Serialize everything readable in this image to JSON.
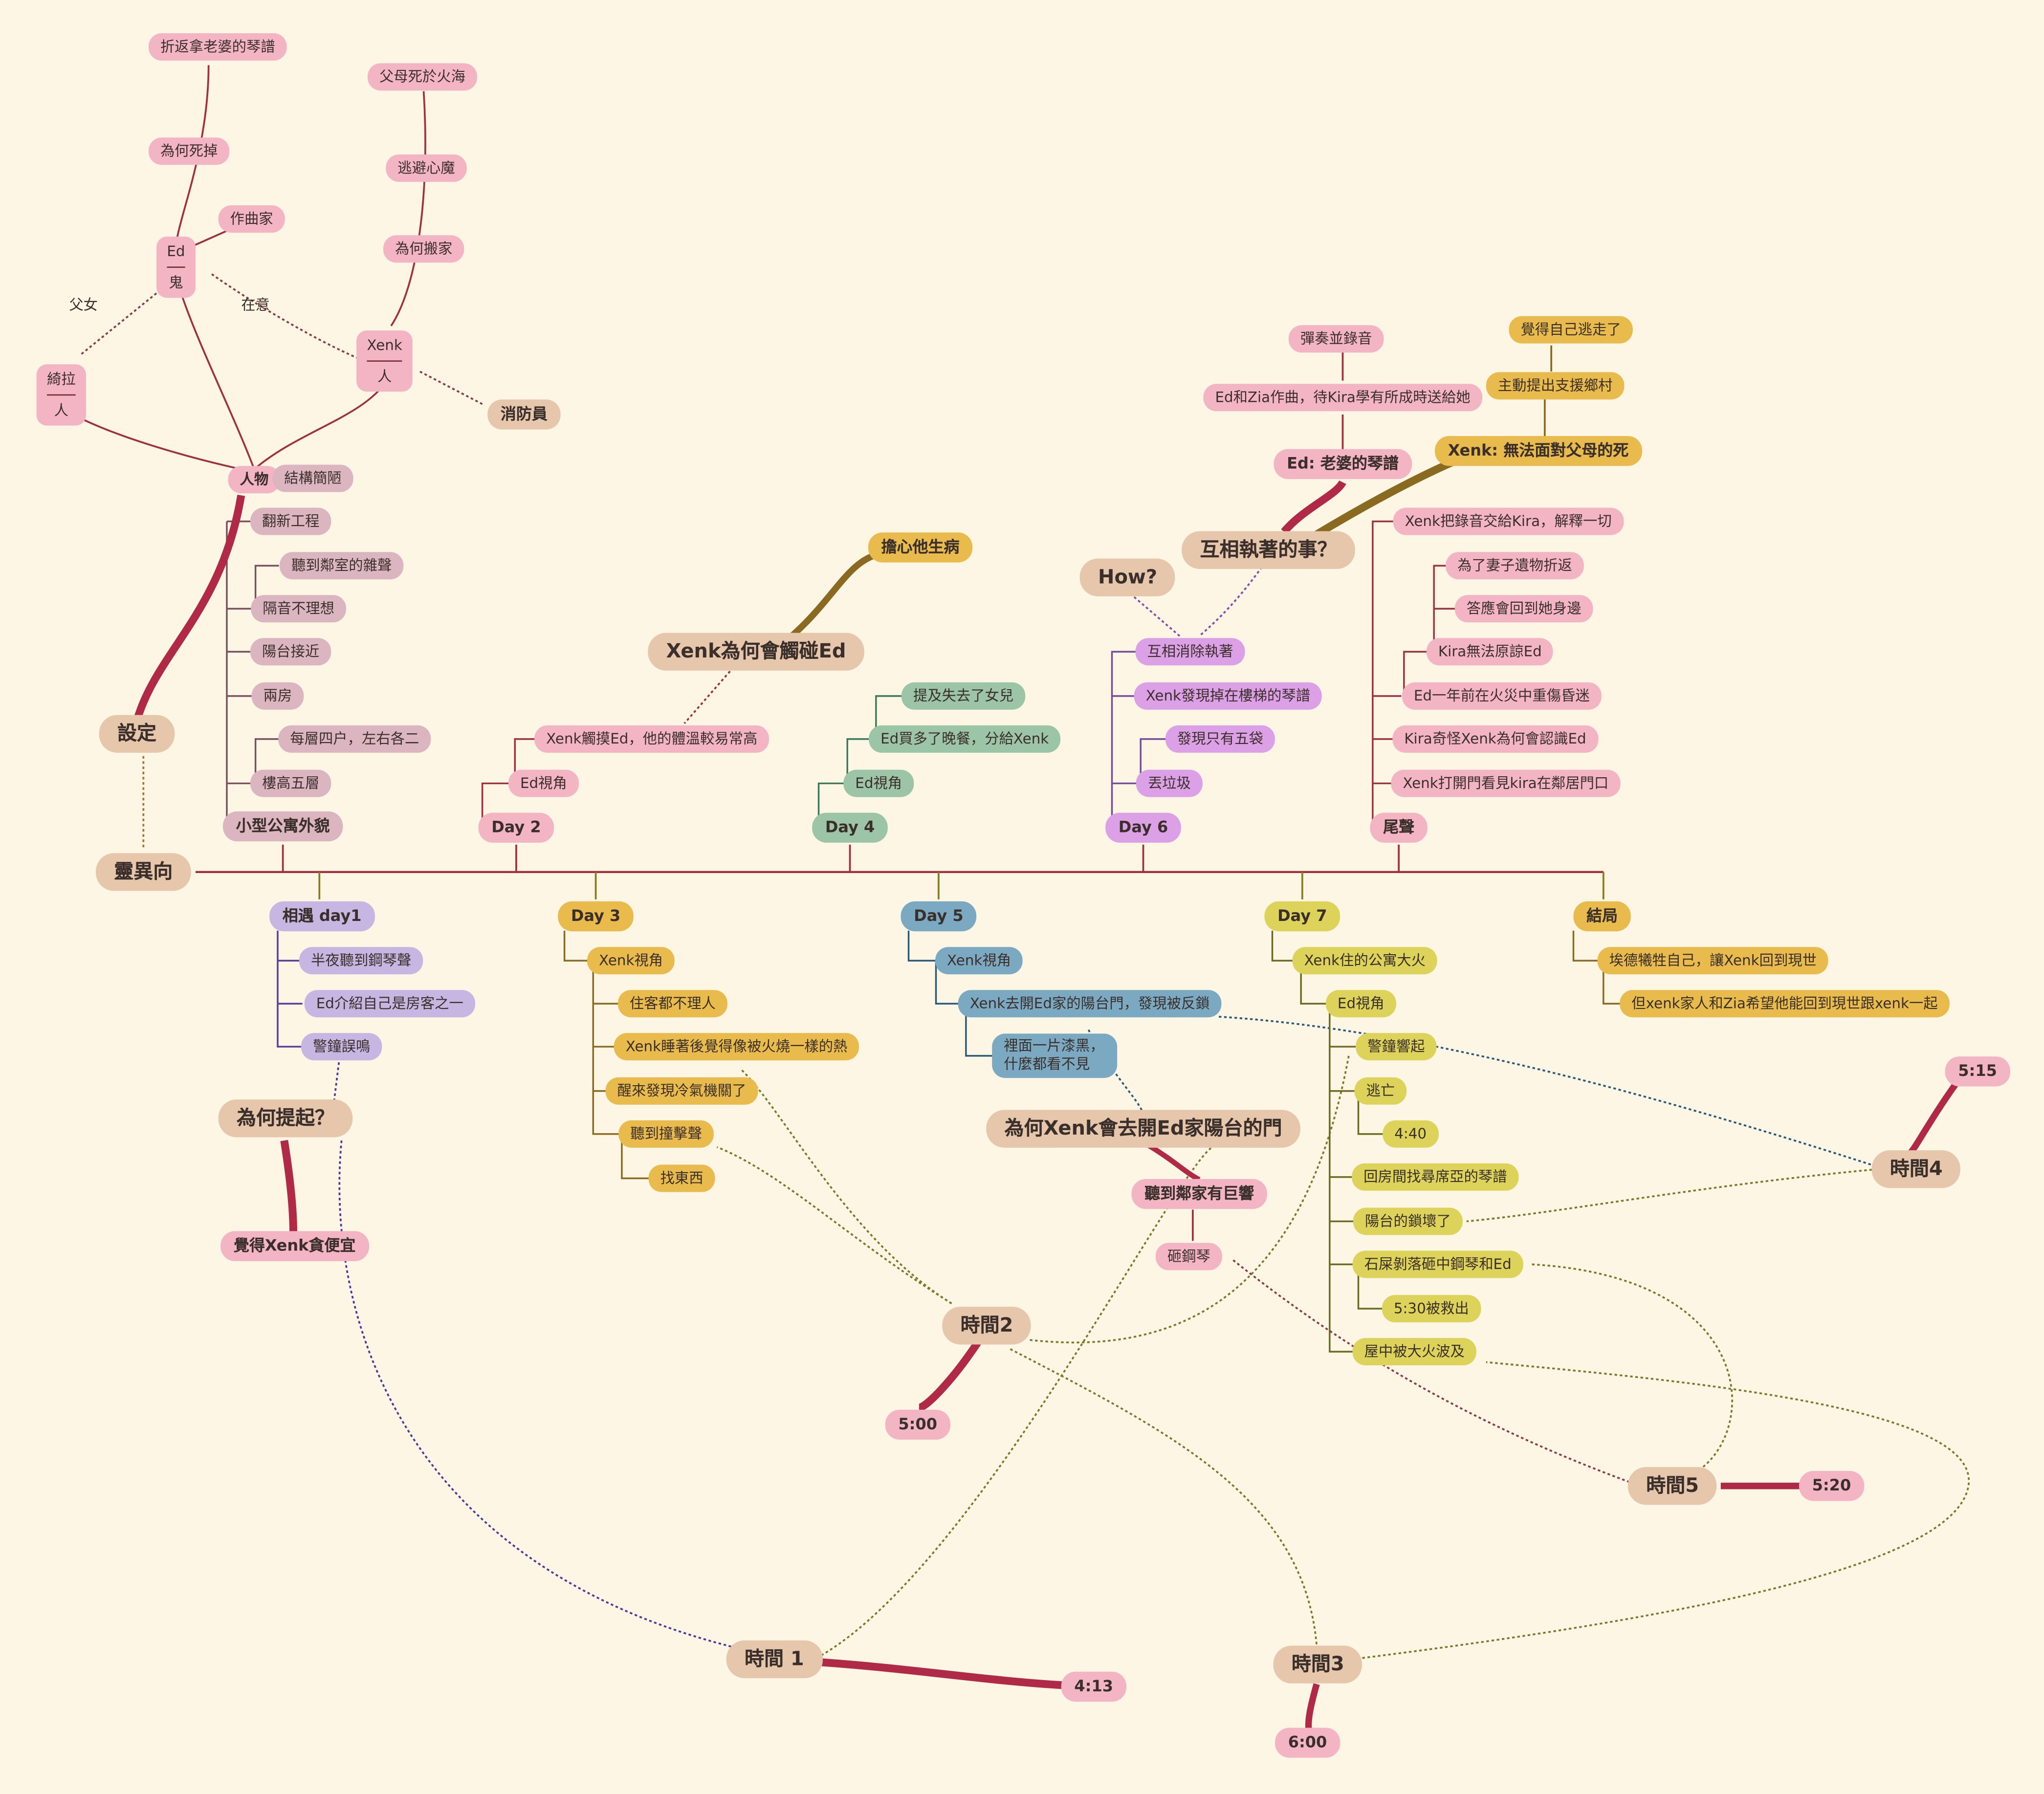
{
  "nodes": {
    "n1": "折返拿老婆的琴譜",
    "n2": "為何死掉",
    "n3": "作曲家",
    "ed_top": "Ed",
    "ed_bottom": "鬼",
    "n4": "父母死於火海",
    "n5": "逃避心魔",
    "n6": "為何搬家",
    "xenk_top": "Xenk",
    "xenk_bottom": "人",
    "kira_top": "綺拉",
    "kira_bottom": "人",
    "lbl_fuv": "父女",
    "lbl_zaiyi": "在意",
    "n7": "消防員",
    "renwu": "人物",
    "n8": "結構簡陋",
    "n9": "翻新工程",
    "n10": "聽到鄰室的雜聲",
    "n11": "隔音不理想",
    "n12": "陽台接近",
    "n13": "兩房",
    "n14": "每層四户，左右各二",
    "n15": "樓高五層",
    "n16": "小型公寓外貌",
    "sheding": "設定",
    "lingyi": "靈異向",
    "n17": "擔心他生病",
    "n18": "Xenk為何會觸碰Ed",
    "n19": "Xenk觸摸Ed，他的體溫較易常高",
    "n20": "Ed視角",
    "day2": "Day 2",
    "n21": "提及失去了女兒",
    "n22": "Ed買多了晚餐，分給Xenk",
    "n23": "Ed視角",
    "day4": "Day 4",
    "n24": "彈奏並錄音",
    "n25": "Ed和Zia作曲，待Kira學有所成時送給她",
    "n26": "Ed: 老婆的琴譜",
    "n27": "覺得自己逃走了",
    "n28": "主動提出支援鄉村",
    "n29": "Xenk: 無法面對父母的死",
    "n30": "互相執著的事？",
    "n31": "How?",
    "n32": "互相消除執著",
    "n33": "Xenk發現掉在樓梯的琴譜",
    "n34": "發現只有五袋",
    "n35": "丟垃圾",
    "day6": "Day 6",
    "n36": "Xenk把錄音交給Kira，解釋一切",
    "n37": "為了妻子遺物折返",
    "n38": "答應會回到她身邊",
    "n39": "Kira無法原諒Ed",
    "n40": "Ed一年前在火災中重傷昏迷",
    "n41": "Kira奇怪Xenk為何會認識Ed",
    "n42": "Xenk打開門看見kira在鄰居門口",
    "weisheng": "尾聲",
    "day1": "相遇 day1",
    "n43": "半夜聽到鋼琴聲",
    "n44": "Ed介紹自己是房客之一",
    "n45": "警鐘誤鳴",
    "n46": "為何提起？",
    "n47": "覺得Xenk貪便宜",
    "day3": "Day 3",
    "n48": "Xenk視角",
    "n49": "住客都不理人",
    "n50": "Xenk睡著後覺得像被火燒一樣的熱",
    "n51": "醒來發現冷氣機關了",
    "n52": "聽到撞擊聲",
    "n53": "找東西",
    "day5": "Day 5",
    "n54": "Xenk視角",
    "n55": "Xenk去開Ed家的陽台門，發現被反鎖",
    "n56": "裡面一片漆黑，什麼都看不見",
    "n57": "為何Xenk會去開Ed家陽台的門",
    "n58": "聽到鄰家有巨響",
    "n59": "砸鋼琴",
    "day7": "Day 7",
    "n60": "Xenk住的公寓大火",
    "n61": "Ed視角",
    "n62": "警鐘響起",
    "n63": "逃亡",
    "n64": "4:40",
    "n65": "回房間找尋席亞的琴譜",
    "n66": "陽台的鎖壞了",
    "n67": "石屎剝落砸中鋼琴和Ed",
    "n68": "5:30被救出",
    "n69": "屋中被大火波及",
    "jieju": "結局",
    "n70": "埃德犧牲自己，讓Xenk回到現世",
    "n71": "但xenk家人和Zia希望他能回到現世跟xenk一起",
    "t1": "時間 1",
    "t1v": "4:13",
    "t2": "時間2",
    "t2v": "5:00",
    "t3": "時間3",
    "t3v": "6:00",
    "t4": "時間4",
    "t4v": "5:15",
    "t5": "時間5",
    "t5v": "5:20"
  }
}
